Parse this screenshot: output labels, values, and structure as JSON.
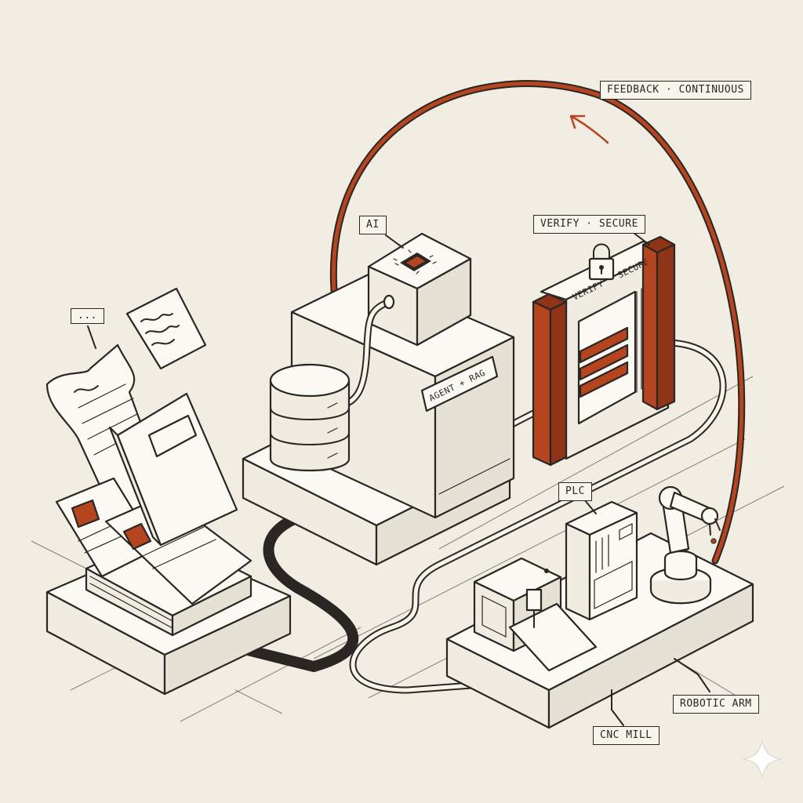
{
  "labels": {
    "feedback": "FEEDBACK · CONTINUOUS",
    "ai": "AI",
    "verify": "VERIFY · SECURE",
    "verify_gate": "VERIFY · SECURE",
    "agent": "AGENT + RAG",
    "ellipsis": "...",
    "plc": "PLC",
    "robotic_arm": "ROBOTIC ARM",
    "cnc_mill": "CNC MILL"
  },
  "colors": {
    "background": "#f1ede3",
    "ink": "#2a2623",
    "accent": "#b5451f",
    "paper": "#fbf9f3"
  },
  "icons": [
    "lock-icon",
    "chip-icon",
    "database-icon",
    "sparkle-icon"
  ]
}
